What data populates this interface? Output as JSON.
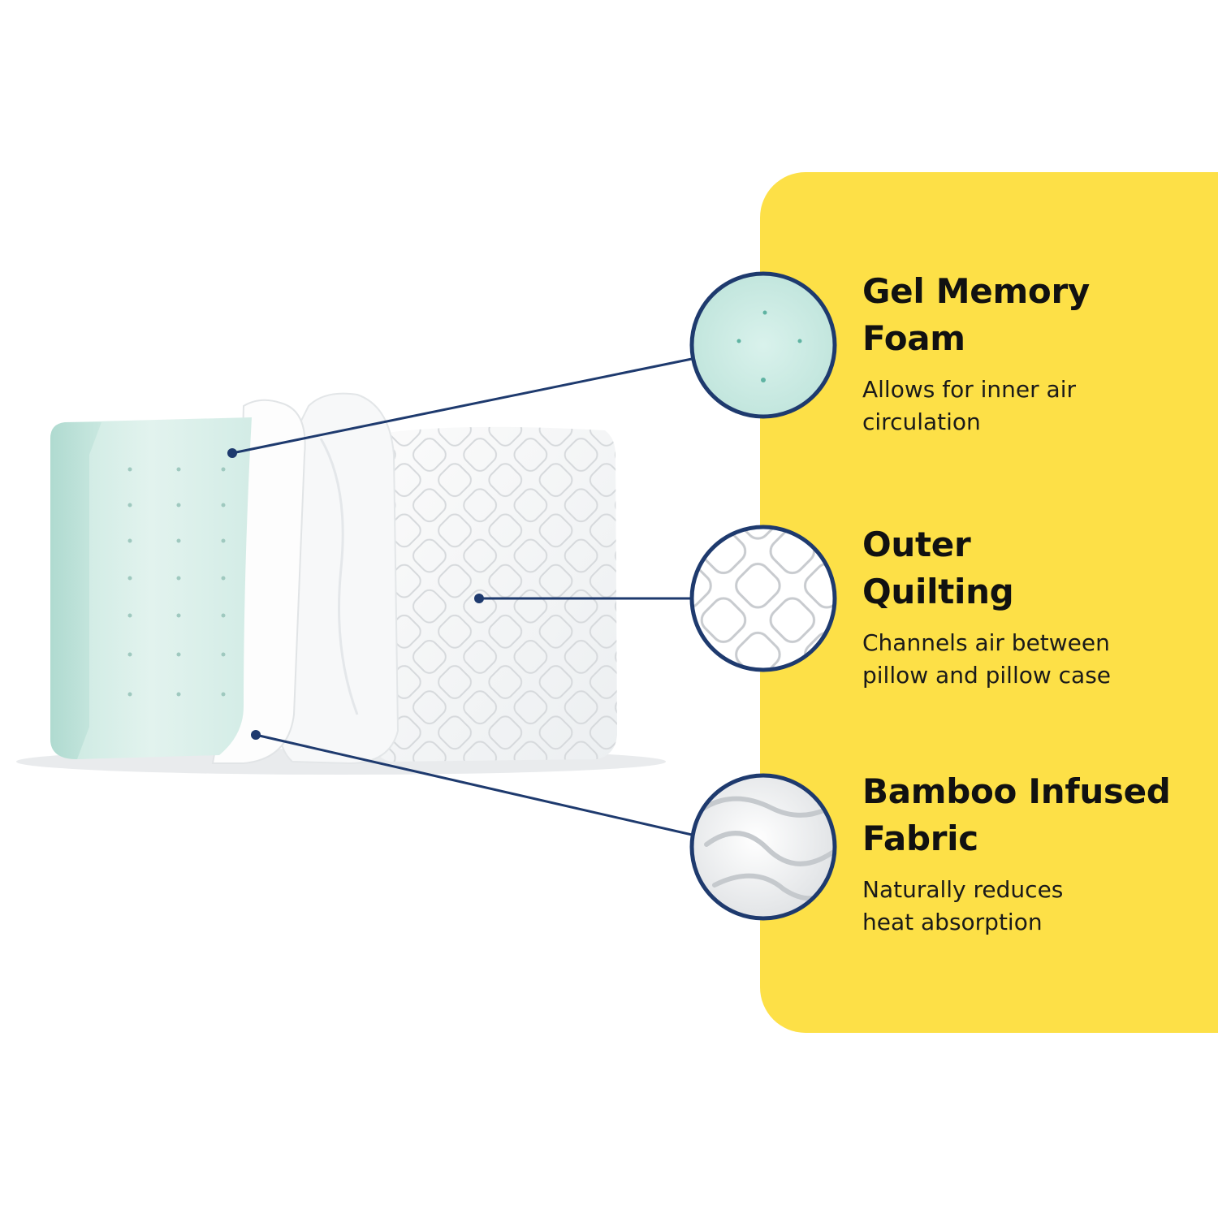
{
  "colors": {
    "panel": "#fde047",
    "line": "#1e3a6e",
    "foam": "#d3ece6",
    "heading": "#111111"
  },
  "features": [
    {
      "title": "Gel Memory\nFoam",
      "description": "Allows for inner air\ncirculation",
      "icon": "gel-foam-swatch-icon"
    },
    {
      "title": "Outer\nQuilting",
      "description": "Channels air between\npillow and pillow case",
      "icon": "quilted-fabric-swatch-icon"
    },
    {
      "title": "Bamboo Infused\nFabric",
      "description": "Naturally reduces\nheat absorption",
      "icon": "bamboo-fabric-swatch-icon"
    }
  ]
}
